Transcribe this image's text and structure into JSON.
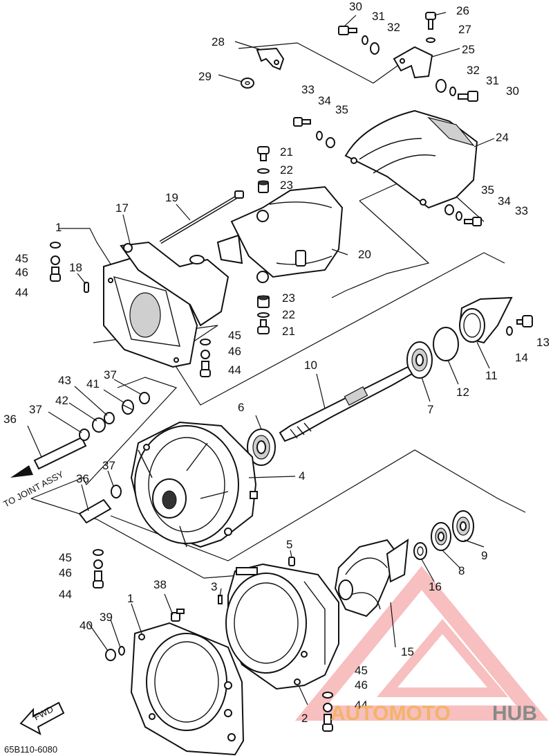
{
  "diagram": {
    "labels": {
      "p1a": "1",
      "p1b": "1",
      "p2": "2",
      "p3": "3",
      "p4": "4",
      "p5": "5",
      "p6": "6",
      "p7": "7",
      "p8": "8",
      "p9": "9",
      "p10": "10",
      "p11": "11",
      "p12": "12",
      "p13": "13",
      "p14": "14",
      "p15": "15",
      "p16": "16",
      "p17": "17",
      "p18": "18",
      "p19": "19",
      "p20": "20",
      "p21a": "21",
      "p21b": "21",
      "p22a": "22",
      "p22b": "22",
      "p23a": "23",
      "p23b": "23",
      "p24": "24",
      "p25": "25",
      "p26": "26",
      "p27": "27",
      "p28": "28",
      "p29": "29",
      "p30a": "30",
      "p30b": "30",
      "p31a": "31",
      "p31b": "31",
      "p32a": "32",
      "p32b": "32",
      "p33a": "33",
      "p33b": "33",
      "p34a": "34",
      "p34b": "34",
      "p35a": "35",
      "p35b": "35",
      "p36a": "36",
      "p36b": "36",
      "p37a": "37",
      "p37b": "37",
      "p37c": "37",
      "p38": "38",
      "p39": "39",
      "p40": "40",
      "p41": "41",
      "p42": "42",
      "p43": "43",
      "p44a": "44",
      "p44b": "44",
      "p44c": "44",
      "p44d": "44",
      "p45a": "45",
      "p45b": "45",
      "p45c": "45",
      "p45d": "45",
      "p46a": "46",
      "p46b": "46",
      "p46c": "46",
      "p46d": "46"
    },
    "note_joint": "TO JOINT ASSY",
    "fwd_label": "FWD",
    "drawing_code": "65B110-6080"
  },
  "watermark": {
    "word_orange": "AUTOMOTO",
    "word_gray": "HUB",
    "color_logo": "#f28b8b",
    "color_orange": "#f2b46a",
    "color_gray": "#8a8a8a"
  }
}
